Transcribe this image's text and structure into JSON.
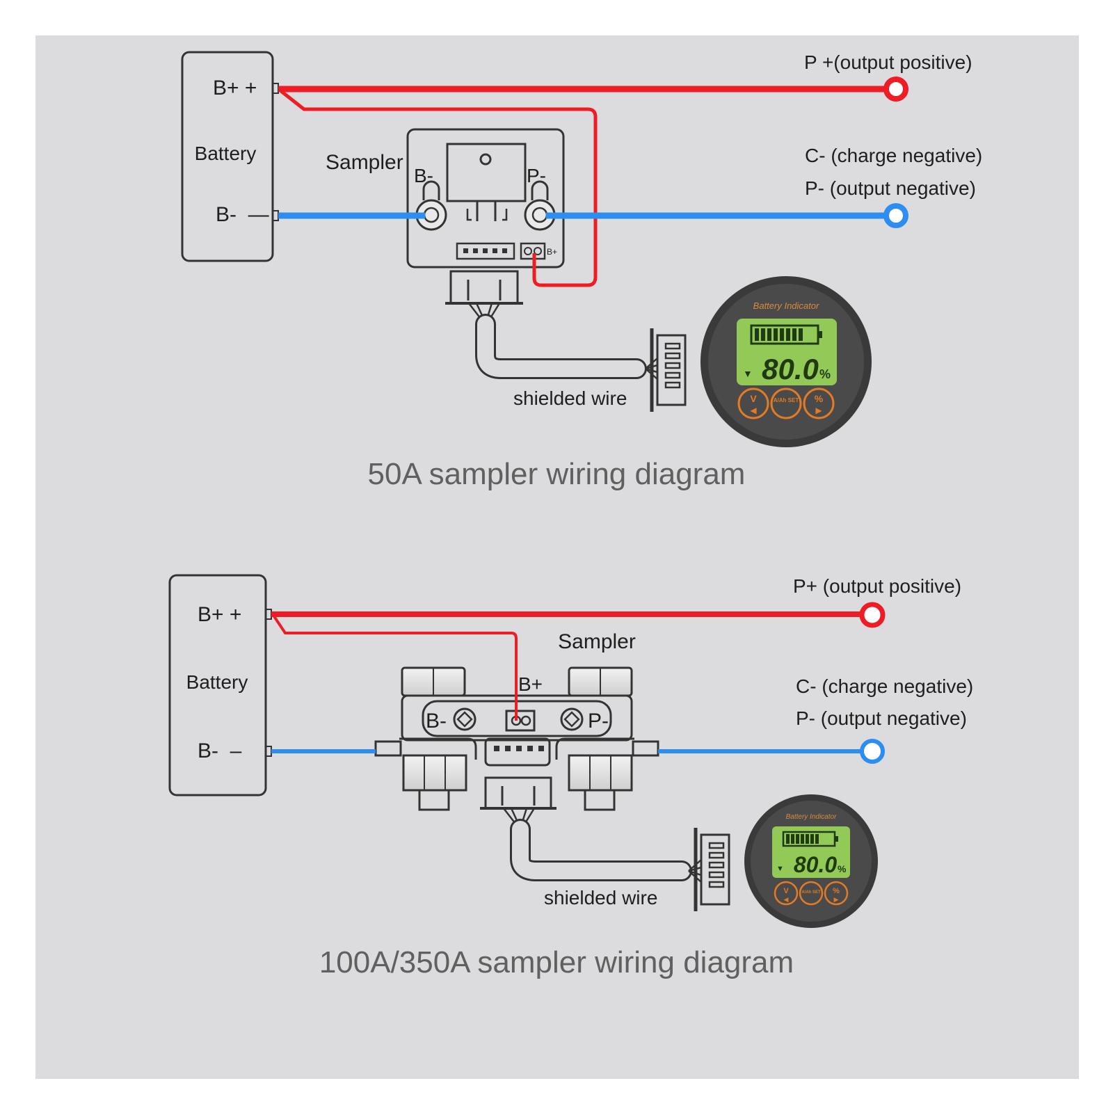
{
  "colors": {
    "positive": "#ee1c25",
    "negative": "#2b8ef0",
    "outline": "#333333",
    "background": "#dcdcde",
    "lcd": "#93c956",
    "button": "#e07b27"
  },
  "diagram_50a": {
    "battery_label": "Battery",
    "battery_pos": "B+ +",
    "battery_neg": "B-  —",
    "sampler_label": "Sampler",
    "term_b_minus": "B-",
    "term_p_minus": "P-",
    "small_b_plus": "B+",
    "output_positive": "P +(output positive)",
    "charge_negative": "C- (charge negative)",
    "output_negative": "P- (output negative)",
    "shielded_wire": "shielded wire",
    "caption": "50A sampler wiring diagram",
    "display": {
      "title": "Battery Indicator",
      "value": "80.0",
      "unit": "%",
      "btn1": "V",
      "btn2": "A/Ah SET",
      "btn3": "%"
    }
  },
  "diagram_100a": {
    "battery_label": "Battery",
    "battery_pos": "B+ +",
    "battery_neg": "B-  –",
    "sampler_label": "Sampler",
    "term_b_plus": "B+",
    "term_b_minus": "B-",
    "term_p_minus": "P-",
    "output_positive": "P+ (output positive)",
    "charge_negative": "C- (charge negative)",
    "output_negative": "P- (output negative)",
    "shielded_wire": "shielded wire",
    "caption": "100A/350A sampler wiring diagram",
    "display": {
      "title": "Battery Indicator",
      "value": "80.0",
      "unit": "%",
      "btn1": "V",
      "btn2": "A/Ah SET",
      "btn3": "%"
    }
  }
}
